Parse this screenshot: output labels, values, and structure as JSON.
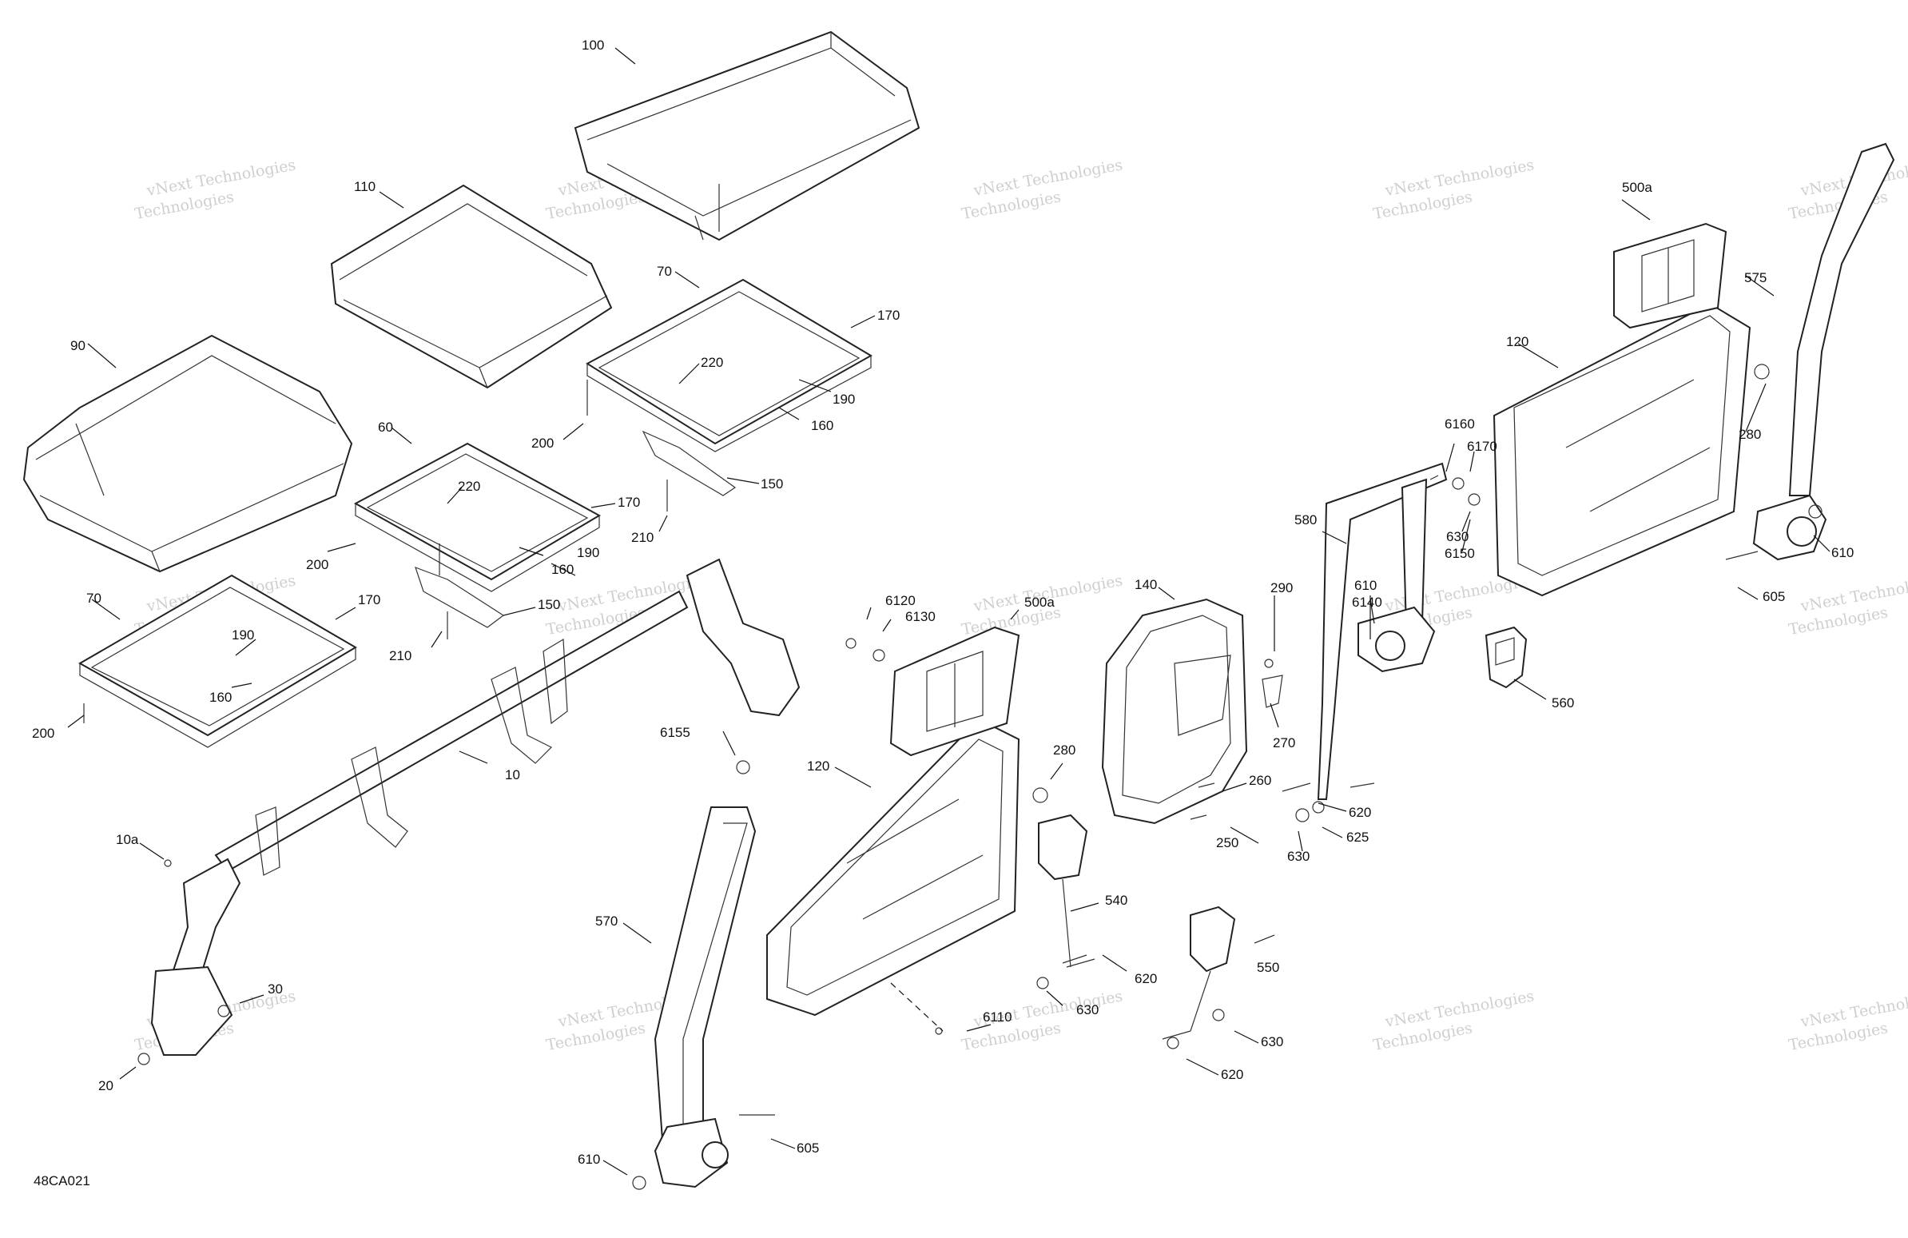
{
  "figure_code": "48CA021",
  "watermark": {
    "line1": "vNext Technologies",
    "line2": "Technologies"
  },
  "callouts": [
    {
      "id": "c100",
      "text": "100"
    },
    {
      "id": "c110",
      "text": "110"
    },
    {
      "id": "c90",
      "text": "90"
    },
    {
      "id": "c70a",
      "text": "70"
    },
    {
      "id": "c170a",
      "text": "170"
    },
    {
      "id": "c220a",
      "text": "220"
    },
    {
      "id": "c200a",
      "text": "200"
    },
    {
      "id": "c190a",
      "text": "190"
    },
    {
      "id": "c160a",
      "text": "160"
    },
    {
      "id": "c150a",
      "text": "150"
    },
    {
      "id": "c210a",
      "text": "210"
    },
    {
      "id": "c60",
      "text": "60"
    },
    {
      "id": "c220b",
      "text": "220"
    },
    {
      "id": "c170b",
      "text": "170"
    },
    {
      "id": "c200b",
      "text": "200"
    },
    {
      "id": "c160b",
      "text": "160"
    },
    {
      "id": "c190b",
      "text": "190"
    },
    {
      "id": "c150b",
      "text": "150"
    },
    {
      "id": "c210b",
      "text": "210"
    },
    {
      "id": "c70b",
      "text": "70"
    },
    {
      "id": "c170c",
      "text": "170"
    },
    {
      "id": "c190c",
      "text": "190"
    },
    {
      "id": "c160c",
      "text": "160"
    },
    {
      "id": "c200c",
      "text": "200"
    },
    {
      "id": "c10",
      "text": "10"
    },
    {
      "id": "c10a",
      "text": "10a"
    },
    {
      "id": "c30",
      "text": "30"
    },
    {
      "id": "c20",
      "text": "20"
    },
    {
      "id": "c6120",
      "text": "6120"
    },
    {
      "id": "c6130",
      "text": "6130"
    },
    {
      "id": "c500a1",
      "text": "500a"
    },
    {
      "id": "c6155",
      "text": "6155"
    },
    {
      "id": "c120a",
      "text": "120"
    },
    {
      "id": "c280a",
      "text": "280"
    },
    {
      "id": "c570",
      "text": "570"
    },
    {
      "id": "c540",
      "text": "540"
    },
    {
      "id": "c620a",
      "text": "620"
    },
    {
      "id": "c630a",
      "text": "630"
    },
    {
      "id": "c6110",
      "text": "6110"
    },
    {
      "id": "c605a",
      "text": "605"
    },
    {
      "id": "c610a",
      "text": "610"
    },
    {
      "id": "c140",
      "text": "140"
    },
    {
      "id": "c290",
      "text": "290"
    },
    {
      "id": "c270",
      "text": "270"
    },
    {
      "id": "c260",
      "text": "260"
    },
    {
      "id": "c250",
      "text": "250"
    },
    {
      "id": "c550",
      "text": "550"
    },
    {
      "id": "c630b",
      "text": "630"
    },
    {
      "id": "c620b",
      "text": "620"
    },
    {
      "id": "c580",
      "text": "580"
    },
    {
      "id": "c6140",
      "text": "6140"
    },
    {
      "id": "c610b",
      "text": "610"
    },
    {
      "id": "c6160",
      "text": "6160"
    },
    {
      "id": "c6170",
      "text": "6170"
    },
    {
      "id": "c630c",
      "text": "630"
    },
    {
      "id": "c6150",
      "text": "6150"
    },
    {
      "id": "c620c",
      "text": "620"
    },
    {
      "id": "c625",
      "text": "625"
    },
    {
      "id": "c630d",
      "text": "630"
    },
    {
      "id": "c560",
      "text": "560"
    },
    {
      "id": "c500a2",
      "text": "500a"
    },
    {
      "id": "c120b",
      "text": "120"
    },
    {
      "id": "c575",
      "text": "575"
    },
    {
      "id": "c280b",
      "text": "280"
    },
    {
      "id": "c610c",
      "text": "610"
    },
    {
      "id": "c605b",
      "text": "605"
    }
  ]
}
